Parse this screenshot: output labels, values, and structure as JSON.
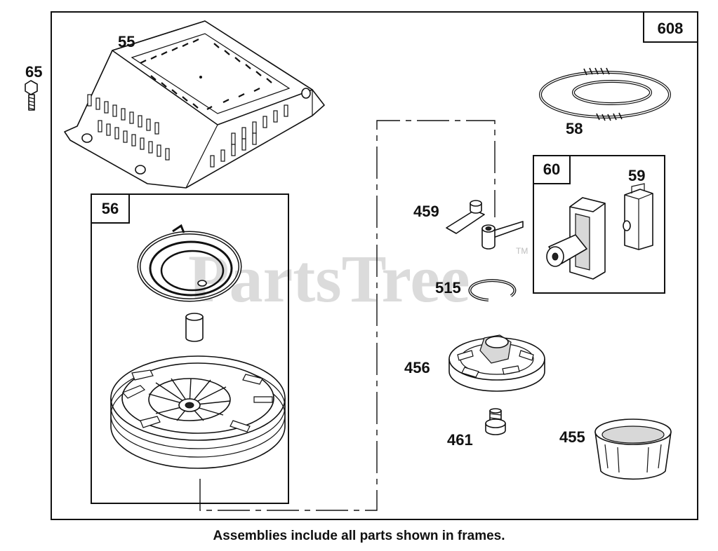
{
  "watermark": {
    "text": "PartsTree",
    "trademark": "TM"
  },
  "caption": "Assemblies include all parts shown in frames.",
  "assembly_frames": [
    {
      "number": "608"
    },
    {
      "number": "56"
    },
    {
      "number": "60"
    }
  ],
  "part_labels": [
    {
      "number": "55"
    },
    {
      "number": "65"
    },
    {
      "number": "58"
    },
    {
      "number": "59"
    },
    {
      "number": "459"
    },
    {
      "number": "515"
    },
    {
      "number": "456"
    },
    {
      "number": "461"
    },
    {
      "number": "455"
    }
  ]
}
